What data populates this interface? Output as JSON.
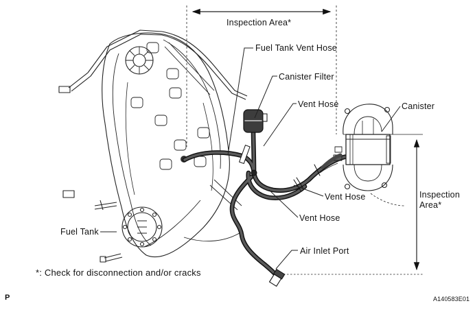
{
  "figure": {
    "type": "service-manual-evap-inspection-diagram",
    "inspection_area_top": "Inspection Area*",
    "inspection_area_right": {
      "line1": "Inspection",
      "line2": "Area*"
    },
    "labels": {
      "fuel_tank_vent_hose": "Fuel Tank Vent Hose",
      "canister_filter": "Canister Filter",
      "vent_hose_upper": "Vent Hose",
      "canister": "Canister",
      "vent_hose_middle": "Vent Hose",
      "vent_hose_lower": "Vent Hose",
      "air_inlet_port": "Air Inlet Port",
      "fuel_tank": "Fuel Tank"
    },
    "footnote": "*: Check for disconnection and/or cracks",
    "page_letter": "P",
    "drawing_number": "A140583E01",
    "colors": {
      "line": "#1a1a1a",
      "hose": "#474747",
      "background": "#ffffff"
    }
  }
}
